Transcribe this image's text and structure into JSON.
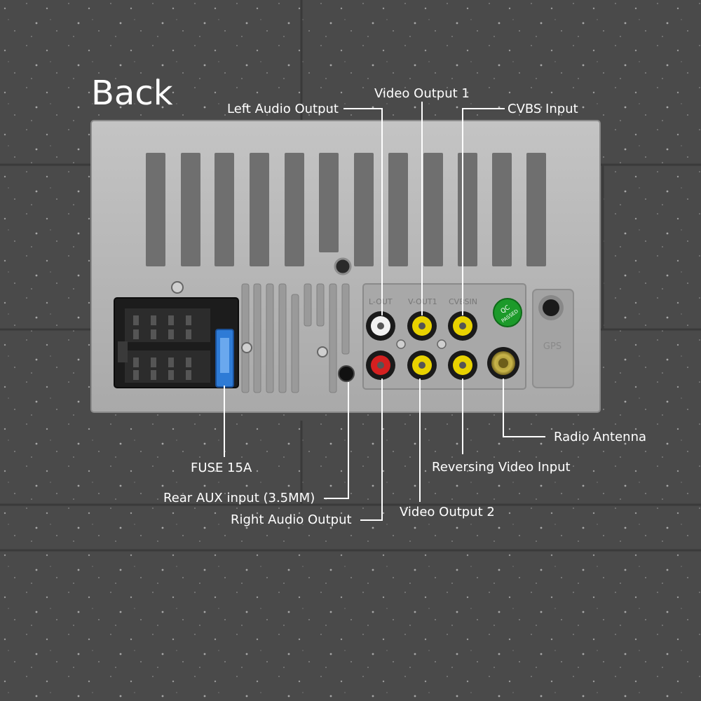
{
  "title": "Back",
  "labels": {
    "left_audio_output": "Left Audio Output",
    "video_output_1": "Video Output 1",
    "cvbs_input": "CVBS Input",
    "radio_antenna": "Radio Antenna",
    "reversing_video_input": "Reversing Video Input",
    "video_output_2": "Video Output 2",
    "right_audio_output": "Right Audio Output",
    "rear_aux_input": "Rear AUX input (3.5MM)",
    "fuse": "FUSE 15A"
  },
  "panel_markings": {
    "l_out": "L-OUT",
    "v_out1": "V-OUT1",
    "cvbs_in": "CVBSIN",
    "gps": "GPS",
    "qc_line1": "QC",
    "qc_line2": "PASSED"
  },
  "colors": {
    "background": "#4a4a4a",
    "unit_body": "#b5b5b5",
    "rca_white": "#f2f2f2",
    "rca_yellow": "#e8d200",
    "rca_red": "#d42020",
    "fuse_blue": "#2e7bd6",
    "qc_green": "#1c9a2a",
    "callout_line": "#ffffff"
  }
}
